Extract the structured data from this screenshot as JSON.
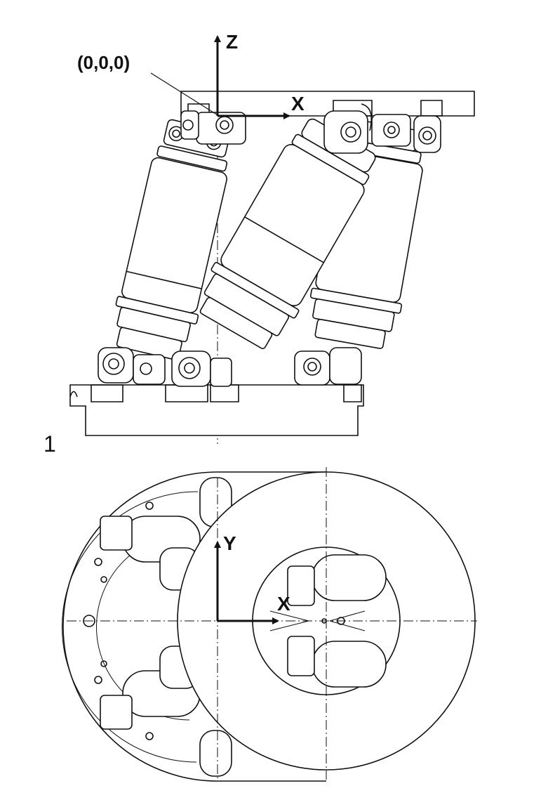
{
  "side_view": {
    "origin_label": "(0,0,0)",
    "axis_z_label": "Z",
    "axis_x_label": "X",
    "figure_number": "1"
  },
  "top_view": {
    "axis_y_label": "Y",
    "axis_x_label": "X"
  },
  "colors": {
    "line": "#111111",
    "background": "#ffffff"
  }
}
